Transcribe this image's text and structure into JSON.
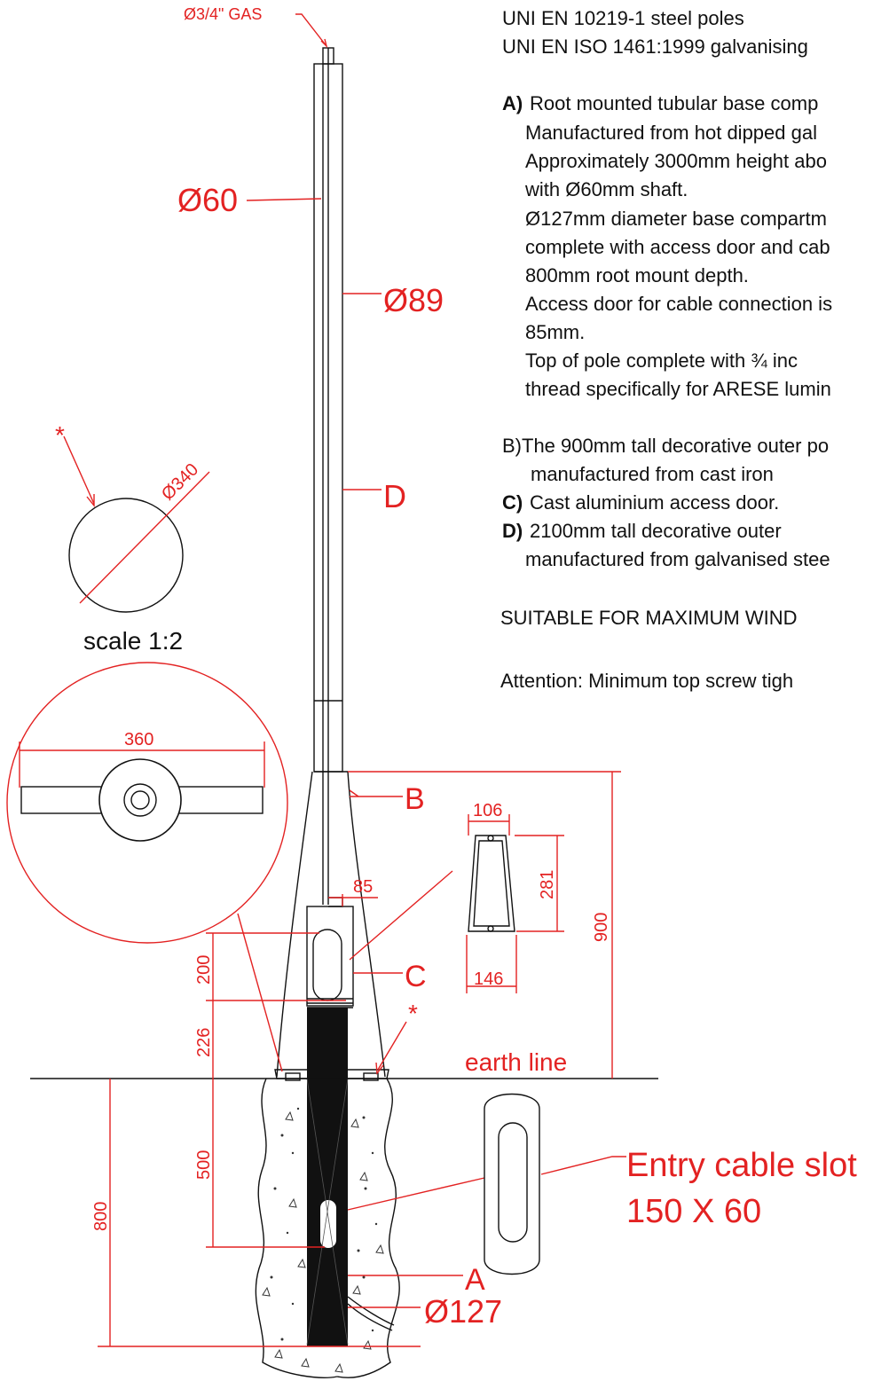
{
  "specs": {
    "standard_1": "UNI EN 10219-1 steel poles",
    "standard_2": "UNI EN ISO 1461:1999 galvanising",
    "a_label": "A)",
    "a_lines": [
      "Root  mounted  tubular  base comp",
      "Manufactured  from  hot dipped gal",
      "Approximately 3000mm height abo",
      "with Ø60mm shaft.",
      "Ø127mm diameter base compartm",
      "complete with access door and cab",
      "800mm root mount depth.",
      "Access door for cable connection is",
      "85mm.",
      "Top  of  pole  complete  with  ¾  inc",
      "thread specifically for ARESE lumin"
    ],
    "b_line_1": "B)The 900mm tall decorative outer po",
    "b_line_2": "manufactured from cast iron",
    "c_label": "C)",
    "c_text": "Cast aluminium access door.",
    "d_label": "D)",
    "d_line_1": "2100mm   tall   decorative   outer",
    "d_line_2": "manufactured from galvanised stee",
    "wind": "SUITABLE FOR MAXIMUM WIND",
    "attention": "Attention: Minimum top screw tigh"
  },
  "labels": {
    "gas": "Ø3/4\" GAS",
    "d60": "Ø60",
    "d89": "Ø89",
    "d340": "Ø340",
    "star_1": "*",
    "star_2": "*",
    "D": "D",
    "B": "B",
    "C": "C",
    "A": "A",
    "d127": "Ø127",
    "scale": "scale 1:2",
    "w360": "360",
    "w85": "85",
    "w106": "106",
    "h281": "281",
    "w146": "146",
    "h900": "900",
    "h200": "200",
    "h226": "226",
    "h500": "500",
    "h800": "800",
    "earth_line": "earth line",
    "slot_1": "Entry cable slot",
    "slot_2": "150 X 60"
  },
  "colors": {
    "annotation": "#e32222",
    "line": "#111111",
    "background": "#ffffff"
  }
}
